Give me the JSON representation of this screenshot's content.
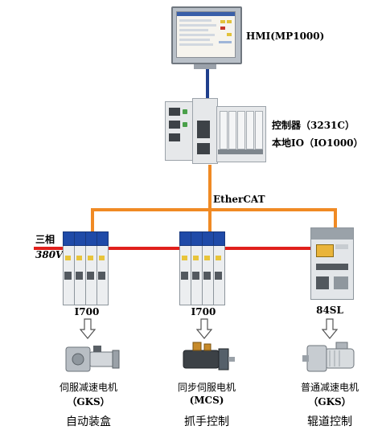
{
  "colors": {
    "ethercat": "#f08a24",
    "hmi_link": "#1f3f8c",
    "power": "#e0201c"
  },
  "hmi": {
    "label": "HMI(MP1000)"
  },
  "controller": {
    "label_line1": "控制器（3231C）",
    "label_line2": "本地IO（IO1000）"
  },
  "bus": {
    "label": "EtherCAT"
  },
  "power": {
    "label_line1": "三相",
    "label_line2": "380V"
  },
  "drives": [
    {
      "model": "I700",
      "motor_name": "伺服减速电机",
      "motor_code": "（GKS）",
      "application": "自动装盒"
    },
    {
      "model": "I700",
      "motor_name": "同步伺服电机",
      "motor_code": "(MCS)",
      "application": "抓手控制"
    },
    {
      "model": "84SL",
      "motor_name": "普通减速电机",
      "motor_code": "（GKS）",
      "application": "辊道控制"
    }
  ]
}
